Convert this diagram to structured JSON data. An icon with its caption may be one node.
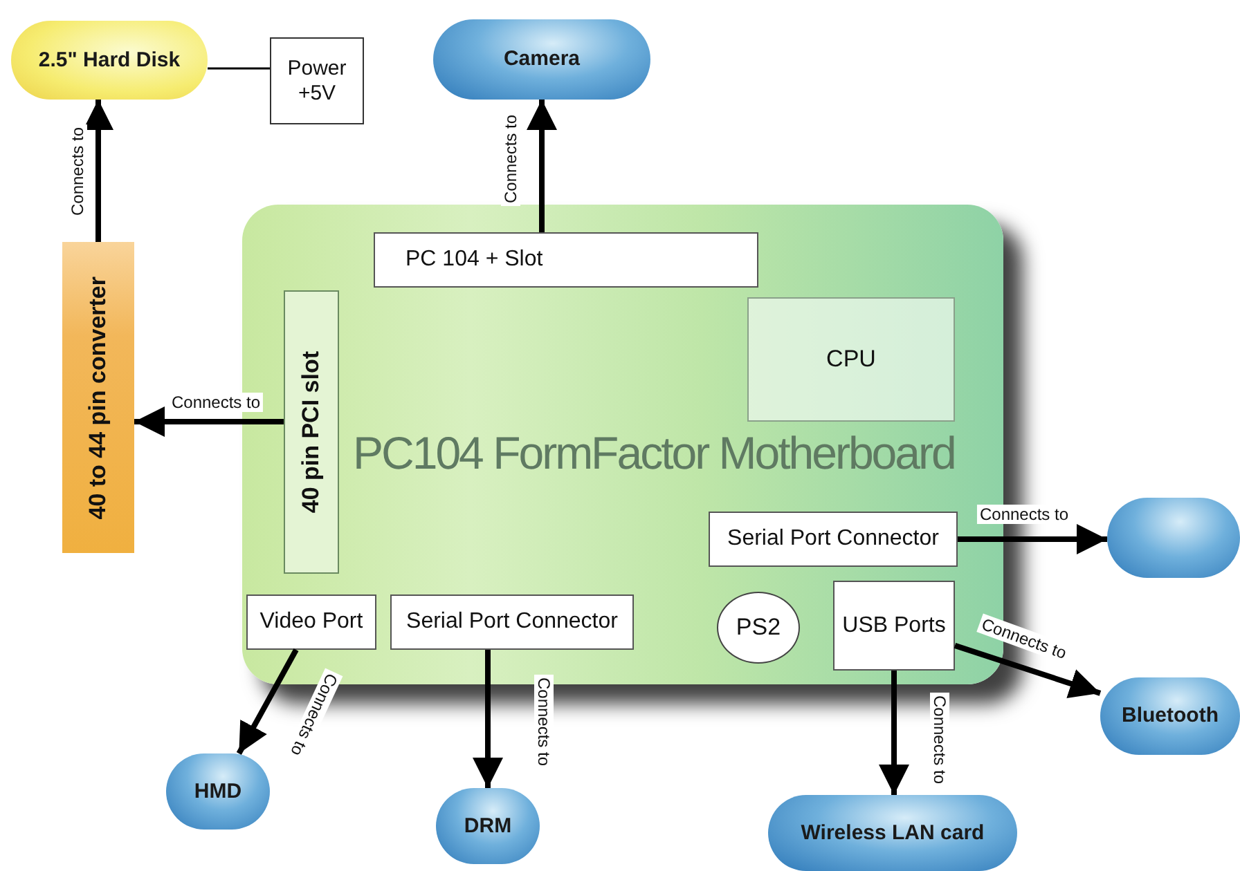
{
  "diagram": {
    "nodes": [
      {
        "text": [
          "2.5\" Hard Disk"
        ]
      },
      {
        "text": [
          "Power +5V"
        ]
      },
      {
        "text": [
          "Camera"
        ]
      },
      {
        "text": [
          "40 to 44 pin converter"
        ]
      },
      {
        "text": [
          "PC104 FormFactor Motherboard"
        ]
      },
      {
        "text": [
          "PC 104 + Slot"
        ],
        "in": 4
      },
      {
        "text": [
          "40 pin PCI slot"
        ],
        "in": 4
      },
      {
        "text": [
          "CPU"
        ],
        "in": 4
      },
      {
        "text": [
          "Serial Port Connector"
        ],
        "in": 4
      },
      {
        "text": [
          "Video Port"
        ],
        "in": 4
      },
      {
        "text": [
          "Serial Port Connector"
        ],
        "in": 4
      },
      {
        "text": [
          "PS2"
        ],
        "in": 4
      },
      {
        "text": [
          "USB Ports"
        ],
        "in": 4
      },
      {
        "text": [],
        "shape": "ellipse"
      },
      {
        "text": [
          "Bluetooth"
        ]
      },
      {
        "text": [
          "Wireless LAN card"
        ]
      },
      {
        "text": [
          "HMD"
        ]
      },
      {
        "text": [
          "DRM"
        ]
      }
    ],
    "edges": [
      {
        "from": 0,
        "to": 1,
        "arrow": "none"
      },
      {
        "from": 5,
        "to": 2,
        "arrow": "to",
        "label": "Connects to"
      },
      {
        "from": 3,
        "to": 0,
        "arrow": "to",
        "label": "Connects to"
      },
      {
        "from": 6,
        "to": 3,
        "arrow": "to",
        "label": "Connects to"
      },
      {
        "from": 8,
        "to": 13,
        "arrow": "to",
        "label": "Connects to"
      },
      {
        "from": 12,
        "to": 14,
        "arrow": "to",
        "label": "Connects to"
      },
      {
        "from": 12,
        "to": 15,
        "arrow": "to",
        "label": "Connects to"
      },
      {
        "from": 9,
        "to": 16,
        "arrow": "to",
        "label": "Connects to"
      },
      {
        "from": 10,
        "to": 17,
        "arrow": "to",
        "label": "Connects to"
      }
    ]
  }
}
